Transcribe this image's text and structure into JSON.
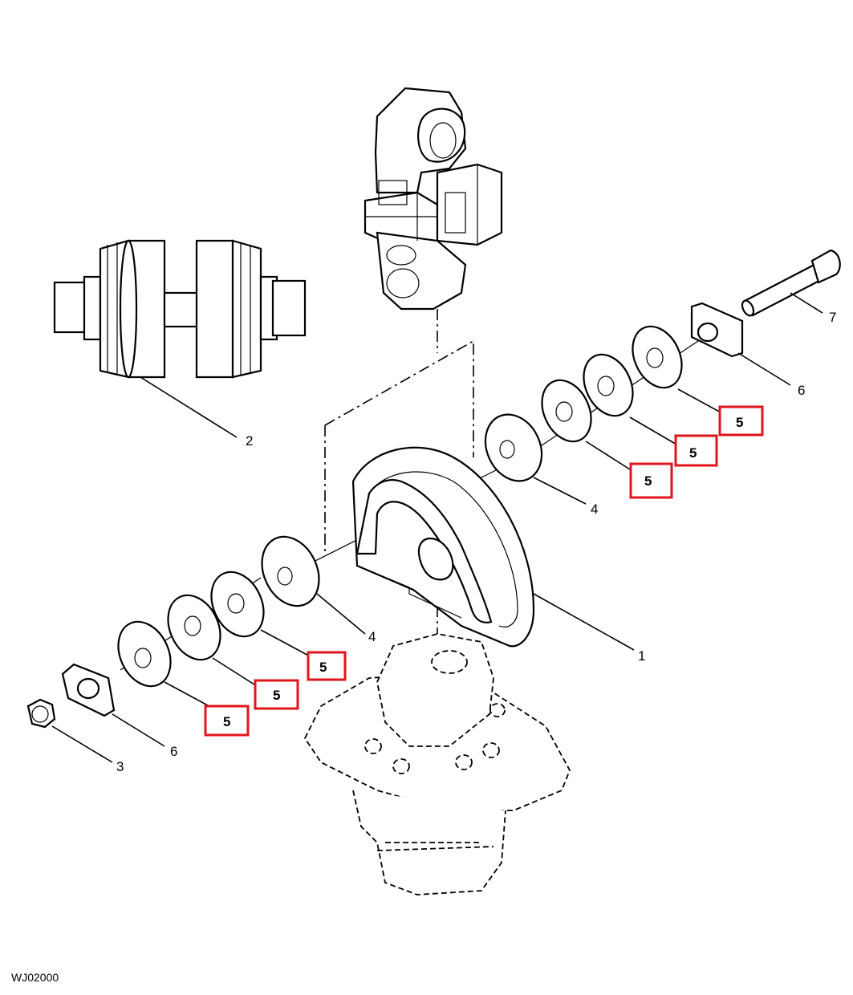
{
  "diagram": {
    "drawing_code": "WJ02000",
    "callouts": {
      "idler_wheel": "1",
      "carrier_roller": "2",
      "nut": "3",
      "spacer_right": "4",
      "spacer_left": "4",
      "washer_right_1": "5",
      "washer_right_2": "5",
      "washer_right_3": "5",
      "washer_left_1": "5",
      "washer_left_2": "5",
      "washer_left_3": "5",
      "plate_right": "6",
      "plate_left": "6",
      "bolt": "7"
    },
    "highlight_color": "#e0151b"
  }
}
